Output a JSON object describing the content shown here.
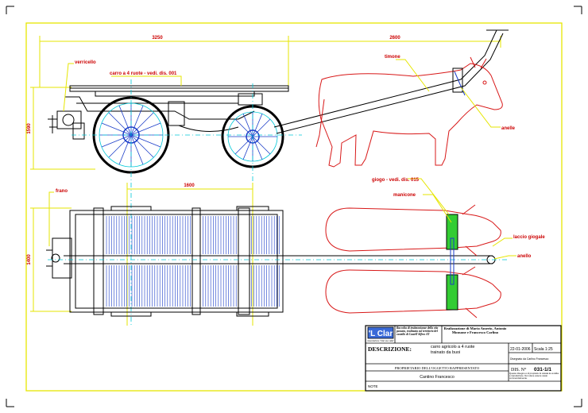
{
  "drawing": {
    "dimensions": {
      "length_cart": "3250",
      "length_tongue": "2600",
      "height_side": "1590",
      "wheelbase": "1600",
      "width_plan": "1400"
    },
    "labels": {
      "verricello": "verricello",
      "carro": "carro a 4 ruote - vedi. dis. 001",
      "timone": "timone",
      "anelle": "anelle",
      "giogo": "giogo - vedi. dis. 015",
      "frano": "frano",
      "manicone": "manicone",
      "laccio_giogale": "laccio giogale",
      "anello": "anello"
    }
  },
  "title_block": {
    "logo": "'L Clar",
    "logo_sub": "Associazione \"Clar sou valle\"",
    "project_note": "Raccolta di testimonianze della vita passata, realizzata sul territorio del castello di Castell'Alfero AT",
    "authors": "Realizzazione di Mario Amerio, Antonio Monsone e Francesco Carlino",
    "description_label": "DESCRIZIONE:",
    "description_value": "carro agricolo a 4 ruote trainato da buoi",
    "date": "22-01-2006",
    "scale": "Scala 1:25",
    "drawn_by": "Disegnato da Carlino Francesco",
    "owner_label": "PROPRIETARIO DELL'OGGETTO RAPPRESENTATO",
    "owner_value": "Cantino Francesco",
    "drawing_number_label": "DIS. N°",
    "drawing_number_value": "031-1/1",
    "copyright": "Questo disegno è di proprietà. E vietata la vendita o riproduzione. Non deve essere usato commercialmente.",
    "notes_label": "NOTE"
  }
}
